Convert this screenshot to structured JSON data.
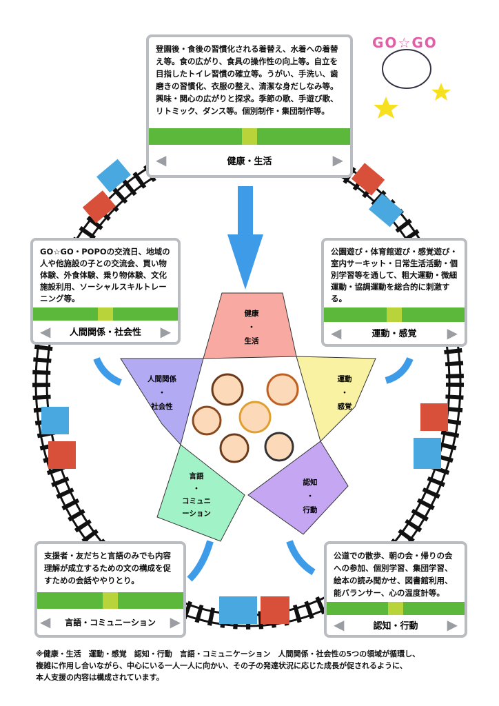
{
  "logo": {
    "text": "GO☆GO"
  },
  "boxes": {
    "health": {
      "text": "登園後・食後の習慣化される着替え、水着への着替え等。食の広がり、食具の操作性の向上等。自立を目指したトイレ習慣の確立等。うがい、手洗い、歯磨きの習慣化、衣服の整え、清潔な身だしなみ等。興味・関心の広がりと探求。季節の歌、手遊び歌、リトミック、ダンス等。個別制作・集団制作等。",
      "label": "健康・生活"
    },
    "social": {
      "text": "GO☆GO・POPOの交流日、地域の人や他施設の子との交流会、買い物体験、外食体験、乗り物体験、文化施設利用、ソーシャルスキルトレーニング等。",
      "label": "人間関係・社会性"
    },
    "motor": {
      "text": "公園遊び・体育館遊び・感覚遊び・室内サーキット・日常生活活動・個別学習等を通して、粗大運動・微細運動・協調運動を総合的に刺激する。",
      "label": "運動・感覚"
    },
    "language": {
      "text": "支援者・友だちと言語のみでも内容理解が成立するための文の構成を促すための会話ややりとり。",
      "label": "言語・コミュニーション"
    },
    "cognition": {
      "text": "公道での散歩、朝の会・帰りの会への参加、個別学習、集団学習、絵本の読み聞かせ、図書館利用、能バランサー、心の温度計等。",
      "label": "認知・行動"
    }
  },
  "arrows": {
    "left": "◀",
    "right": "▶"
  },
  "pentagon": {
    "health": [
      "健康",
      "・",
      "生活"
    ],
    "social": [
      "人間関係",
      "・",
      "社会性"
    ],
    "motor": [
      "運動",
      "・",
      "感覚"
    ],
    "cognition": [
      "認知",
      "・",
      "行動"
    ],
    "language": [
      "言語",
      "・",
      "コミュニ",
      "ーション"
    ]
  },
  "footer": [
    "※健康・生活　運動・感覚　認知・行動　言語・コミュニケーション　人間関係・社会性の5つの領域が循環し、",
    "複雑に作用し合いながら、中心にいる一人一人に向かい、その子の発達状況に応じた成長が促されるように、",
    "本人支援の内容は構成されています。"
  ]
}
